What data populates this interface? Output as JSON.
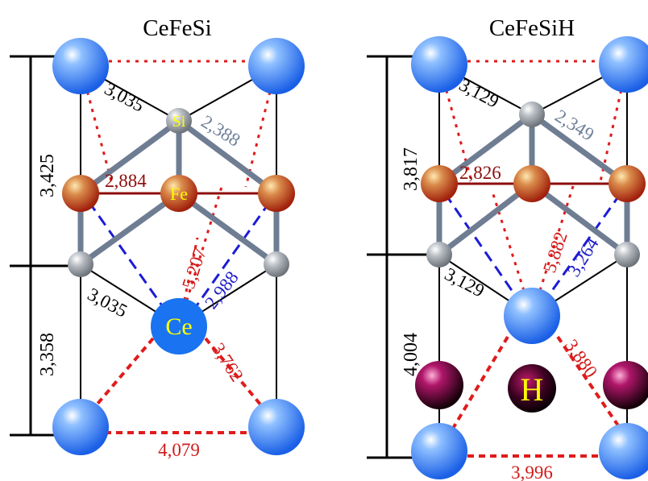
{
  "colors": {
    "ce": "#3a7ff0",
    "fe": "#c0441f",
    "si": "#9aa0a8",
    "h": "#6a0a3a",
    "bond": "#6f7d93",
    "red_dash": "#e01b1b",
    "blue_dash": "#1c1cd6",
    "label_yellow": "#ffff00"
  },
  "panels": [
    {
      "title": "CeFeSi",
      "dims": [
        "3,425",
        "3,358"
      ],
      "atoms": {
        "ce": "Ce",
        "fe": "Fe",
        "si": "Si"
      },
      "distances": {
        "ce_si_top": "3,035",
        "si_fe": "2,388",
        "fe_fe": "2,884",
        "ce_fe_long": "5,207",
        "ce_fe_short": "2,988",
        "ce_si_bottom": "3,035",
        "ce_ce_diag": "3,762",
        "ce_ce_base": "4,079"
      }
    },
    {
      "title": "CeFeSiH",
      "dims": [
        "3,817",
        "4,004"
      ],
      "atoms": {
        "h": "H"
      },
      "distances": {
        "ce_si_top": "3,129",
        "si_fe": "2,349",
        "fe_fe": "2,826",
        "ce_fe_long": "5,882",
        "ce_fe_short": "3,264",
        "ce_si_bottom": "3,129",
        "ce_ce_diag": "3,880",
        "ce_ce_base": "3,996"
      }
    }
  ]
}
